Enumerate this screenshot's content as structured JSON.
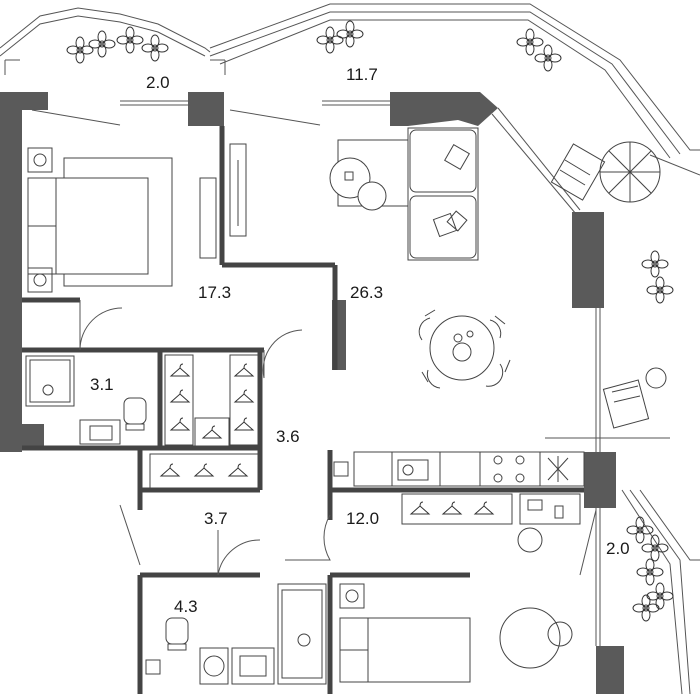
{
  "floor_plan": {
    "rooms": [
      {
        "id": "balcony-left",
        "area": "2.0"
      },
      {
        "id": "terrace",
        "area": "11.7"
      },
      {
        "id": "bedroom-main",
        "area": "17.3"
      },
      {
        "id": "living-room",
        "area": "26.3"
      },
      {
        "id": "bathroom-1",
        "area": "3.1"
      },
      {
        "id": "hall-1",
        "area": "3.6"
      },
      {
        "id": "hall-2",
        "area": "3.7"
      },
      {
        "id": "bedroom-2",
        "area": "12.0"
      },
      {
        "id": "balcony-right",
        "area": "2.0"
      },
      {
        "id": "bathroom-2",
        "area": "4.3"
      }
    ],
    "colors": {
      "wall": "#5a5a5a",
      "line": "#3a3a3a",
      "background": "#ffffff"
    }
  }
}
